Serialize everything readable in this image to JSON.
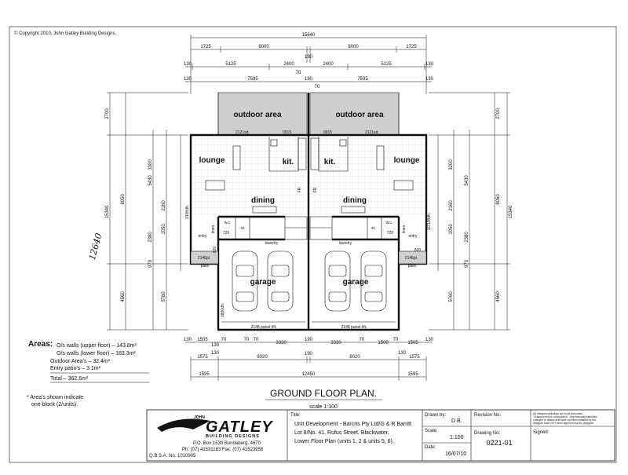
{
  "copyright": "© Copyright 2010, John Gatley Building Designs.",
  "dims": {
    "top_overall": "15640",
    "top_row2": [
      "1725",
      "6000",
      "190",
      "6000",
      "1725"
    ],
    "top_row3": [
      "130",
      "5125",
      "2400",
      "2400",
      "5125",
      "130"
    ],
    "top_row3_mid": "70",
    "top_row4": [
      "130",
      "7595",
      "190",
      "7595",
      "130"
    ],
    "top_row4_mid": "70",
    "left_outer": [
      "2700",
      "8050",
      "4560",
      "15340"
    ],
    "left_inner": [
      "3300",
      "5430",
      "2160",
      "1050",
      "2380",
      "970",
      "5760"
    ],
    "right_outer": [
      "2700",
      "8050",
      "4560",
      "15340"
    ],
    "right_inner": [
      "3200",
      "5430",
      "2160",
      "1050",
      "2380",
      "970",
      "5760"
    ],
    "bottom_row1": [
      "130",
      "1505",
      "130",
      "70",
      "70",
      "70",
      "3330",
      "190",
      "3330",
      "70",
      "1500",
      "70",
      "1505",
      "130"
    ],
    "bottom_row2": [
      "1575",
      "130",
      "6020",
      "190",
      "6020",
      "130",
      "1575"
    ],
    "bottom_row3": [
      "1595",
      "12450",
      "1595"
    ],
    "handwritten": "12640"
  },
  "rooms": {
    "outdoor_left": "outdoor area",
    "outdoor_right": "outdoor area",
    "lounge_left": "lounge",
    "lounge_right": "lounge",
    "kit_left": "kit.",
    "kit_right": "kit.",
    "dining_left": "dining",
    "dining_right": "dining",
    "laundry_left": "laundry",
    "laundry_right": "laundry",
    "entry_left": "entry",
    "entry_right": "entry",
    "patio_left": "patio",
    "patio_right": "patio",
    "garage_left": "garage",
    "garage_right": "garage",
    "wc_left": "w.c.",
    "wc_right": "w.c.",
    "st_left": "st.",
    "st_right": "st.",
    "linen_left": "linen",
    "linen_right": "linen",
    "fr_left": "FR",
    "fr_right": "FR"
  },
  "notes": {
    "sd_2121_left": "2121sd.",
    "sd_0915_left": "0915",
    "sd_0915_right": "0915",
    "sd_2121_right": "2121sd.",
    "d_2108_left": "2108dh.",
    "d_2108_right": "3/2108dh.",
    "d_720_left": "720",
    "d_720_right": "720",
    "d_820_left": "820",
    "d_820_right": "820",
    "d_2145_left": "2145pl.",
    "d_2145_right": "2145pl.",
    "d_1800_left": "1800dh.",
    "panel_left": "2148 panel-lift.",
    "panel_right": "2148 panel-lift."
  },
  "areas": {
    "heading": "Areas:",
    "lines": [
      "O/s walls (upper floor) – 143.8m²",
      "O/s walls (lower floor) – 183.3m²",
      "Outdoor Area's – 32.4m²",
      "Entry patio's – 3.1m²"
    ],
    "total": "Total – 362.6m²",
    "note1": "* Area's shown indicate",
    "note2": "one block (2/units)."
  },
  "plan": {
    "title": "GROUND FLOOR PLAN.",
    "scale": "scale 1:100"
  },
  "titleblock": {
    "logo_top": "JOHN",
    "logo_main": "GATLEY",
    "logo_sub": "BUILDING DESIGNS",
    "address": "P.O. Box 1530 Bundaberg. 4670",
    "phone": "Ph: (07) 41531183   Fax: (07) 41523958",
    "qbsa": "Q.B.S.A. No. 1010905",
    "title_label": "Title:",
    "title_lines": [
      "Unit Development - Barcris Pty Ltd/G & R Barritt",
      "Lot 8/No. 41, Rufus Street, Blackwater.",
      "Lower Floor Plan (units 1, 2 & units 5, 6)."
    ],
    "drawn_label": "Drawn by:",
    "drawn_value": "D.B.",
    "scale_label": "Scale:",
    "scale_value": "1:100",
    "date_label": "Date:",
    "date_value": "16/07/10",
    "revision_label": "Revision No:",
    "drawing_label": "Drawing No:",
    "drawing_value": "0221-01",
    "signed_label": "Signed:",
    "disclaimer": [
      "All unsigned drawings are to be presumed",
      "\"Unapproved for construction\". Any manually sketched",
      "changes or details that have not been initialled by the",
      "designer have NOT been approved by the designer."
    ]
  },
  "colors": {
    "ink": "#111111",
    "hatch": "#cfcfcf",
    "grid": "#bbbbbb"
  }
}
